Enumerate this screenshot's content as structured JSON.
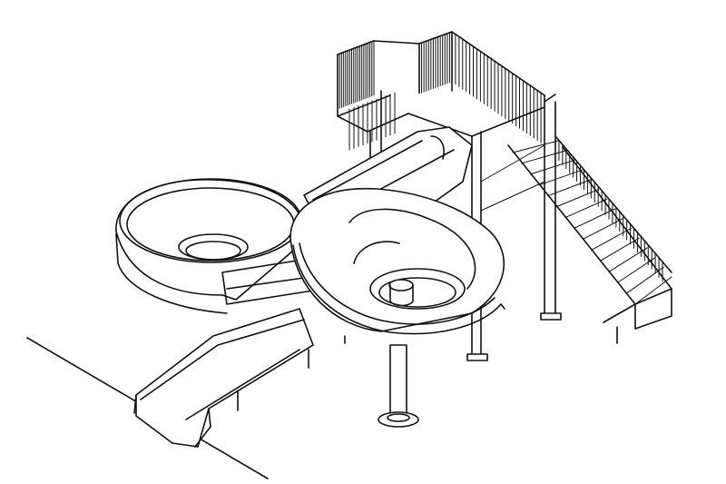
{
  "drawing": {
    "subject": "",
    "line_color": "#111111",
    "background": "#ffffff",
    "components": [
      "ground-line",
      "tower-platform",
      "stair",
      "upper-spiral",
      "lower-spiral",
      "runout-chute",
      "support-column"
    ]
  }
}
